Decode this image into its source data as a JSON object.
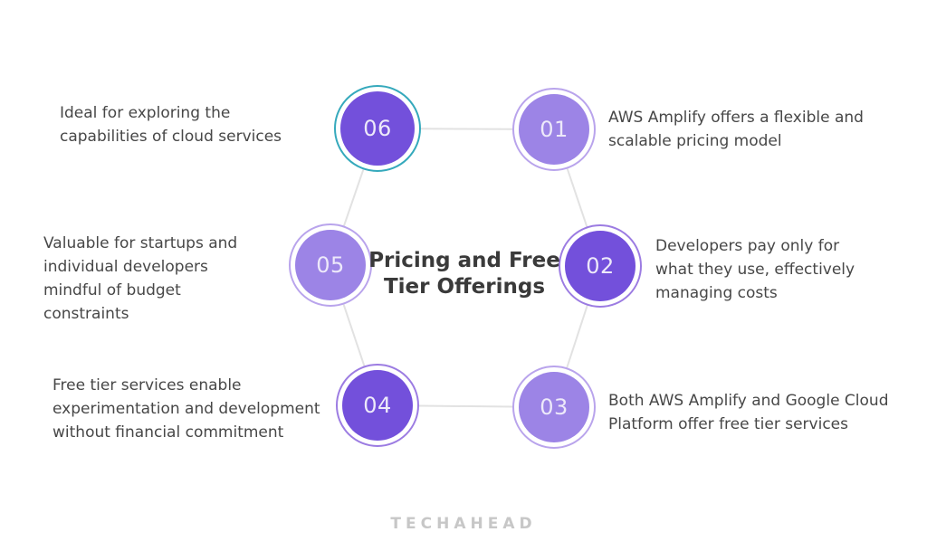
{
  "title": "Pricing and Free Tier Offerings",
  "brand": "TECHAHEAD",
  "nodes": [
    {
      "number": "01",
      "description": "AWS Amplify offers a flexible and scalable pricing model"
    },
    {
      "number": "02",
      "description": "Developers pay only for what they use, effectively managing costs"
    },
    {
      "number": "03",
      "description": "Both AWS Amplify and Google Cloud Platform offer free tier services"
    },
    {
      "number": "04",
      "description": "Free tier services enable experimentation and development without financial commitment"
    },
    {
      "number": "05",
      "description": "Valuable for startups and individual developers mindful of budget constraints"
    },
    {
      "number": "06",
      "description": "Ideal for exploring the capabilities of cloud services"
    }
  ],
  "colors": {
    "circle-dark": "#7350DB",
    "circle-light": "#9C84E6",
    "ring-dark": "#9C7CE2",
    "ring-light": "#B9A4EC",
    "ring-teal": "#35A9BC",
    "connector": "#E2E2E2",
    "title-text": "#3A3A3A",
    "body-text": "#474747",
    "brand-text": "#C7C7C7",
    "number-text": "#EDE9FA"
  }
}
